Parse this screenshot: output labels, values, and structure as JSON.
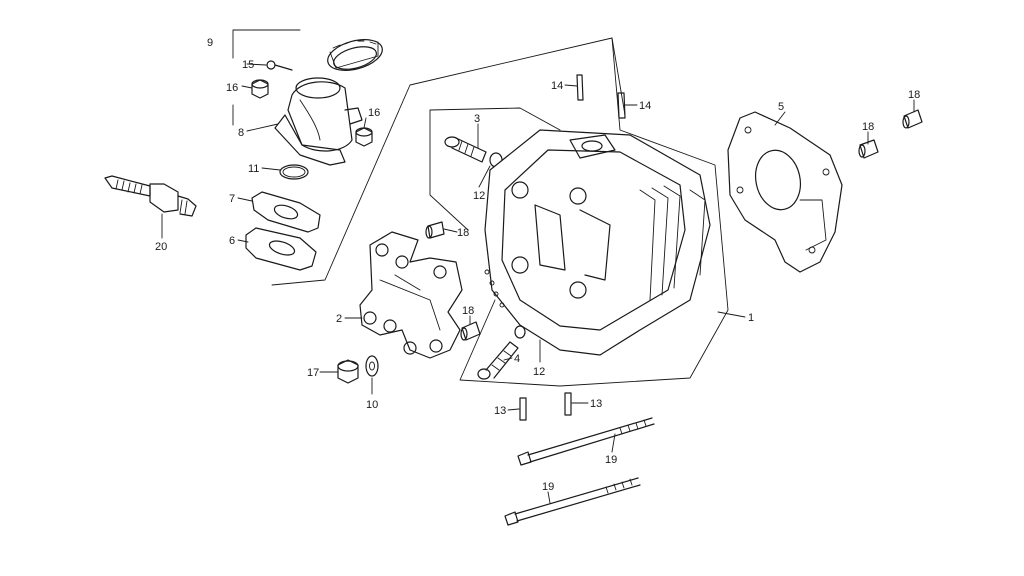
{
  "diagram": {
    "callouts": {
      "p1": "1",
      "p2": "2",
      "p3": "3",
      "p4": "4",
      "p5": "5",
      "p6": "6",
      "p7": "7",
      "p8": "8",
      "p9": "9",
      "p10": "10",
      "p11": "11",
      "p12a": "12",
      "p12b": "12",
      "p13a": "13",
      "p13b": "13",
      "p14a": "14",
      "p14b": "14",
      "p15": "15",
      "p16a": "16",
      "p16b": "16",
      "p17": "17",
      "p18a": "18",
      "p18b": "18",
      "p18c": "18",
      "p18d": "18",
      "p19a": "19",
      "p19b": "19",
      "p20": "20"
    },
    "colors": {
      "ink": "#1a1a1a",
      "background": "#ffffff"
    }
  }
}
